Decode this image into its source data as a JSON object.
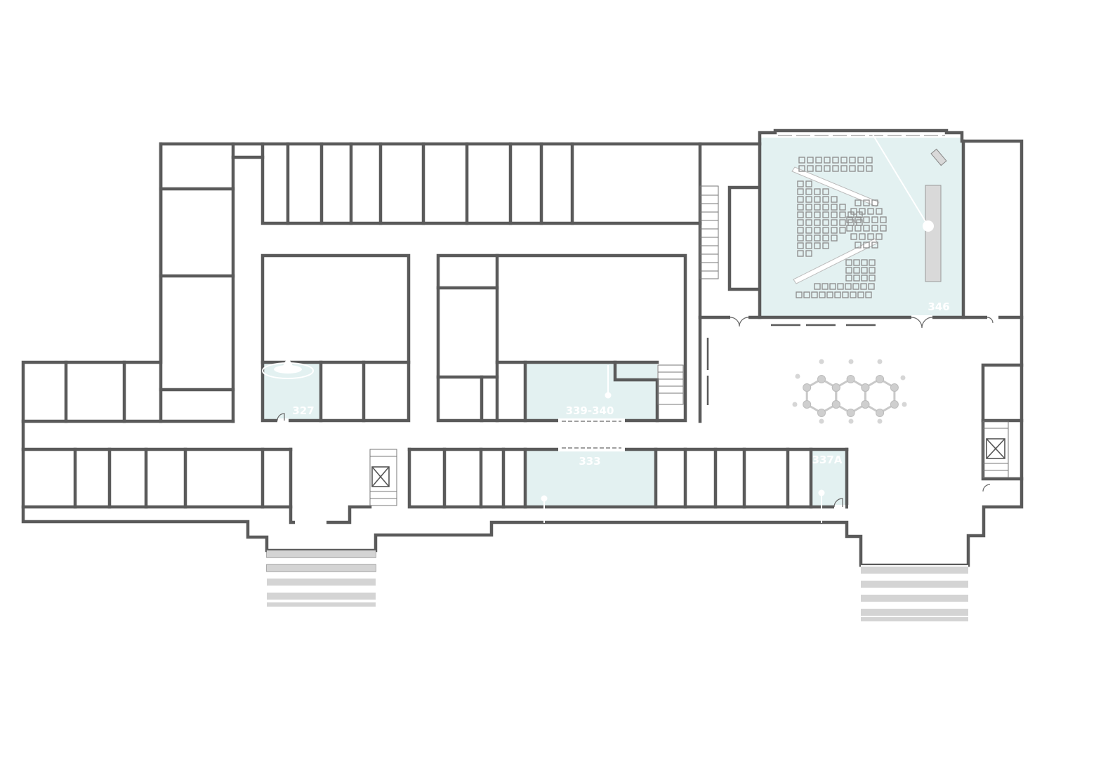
{
  "colors": {
    "wall": "#5a5a5a",
    "highlight": "#e3f1f1",
    "label": "#ffffff",
    "seat": "#8b8b8b",
    "stage": "#d9d9d9",
    "steps": "#d4d4d4"
  },
  "rooms": {
    "r327": {
      "label": "327"
    },
    "r339": {
      "label": "339-340"
    },
    "r333": {
      "label": "333"
    },
    "r337a": {
      "label": "337A"
    },
    "r346": {
      "label": "346"
    }
  },
  "icons": {
    "fountain": "fountain-icon",
    "molecule": "molecule-icon",
    "elevator": "elevator-icon",
    "stairs": "stairs-icon"
  }
}
